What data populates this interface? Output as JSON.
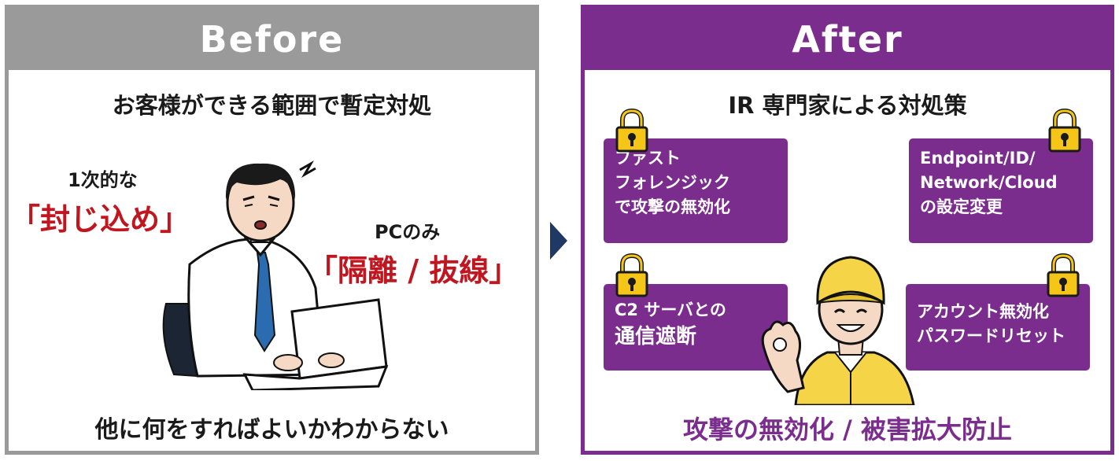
{
  "before": {
    "header": "Before",
    "title": "お客様ができる範囲で暫定対処",
    "containment_small": "1次的な",
    "containment_big": "「封じ込め」",
    "pc_small": "PCのみ",
    "pc_big": "「隔離 / 抜線」",
    "bottom": "他に何をすればよいかわからない"
  },
  "after": {
    "header": "After",
    "title": "IR 専門家による対処策",
    "measures": [
      {
        "lines": [
          "ファスト",
          "フォレンジック",
          "で攻撃の無効化"
        ]
      },
      {
        "lines": [
          "Endpoint/ID/",
          "Network/Cloud",
          "の設定変更"
        ]
      },
      {
        "lines": [
          "C2 サーバとの",
          "通信遮断"
        ]
      },
      {
        "lines": [
          "アカウント無効化",
          "パスワードリセット"
        ]
      }
    ],
    "bottom": "攻撃の無効化 / 被害拡大防止"
  },
  "colors": {
    "before_gray": "#9a9a9a",
    "after_purple": "#7b2d8e",
    "accent_red": "#c0161f",
    "arrow_navy": "#1f3864",
    "lock_yellow": "#f5c518"
  },
  "icons": {
    "lock": "padlock-icon",
    "arrow": "triangle-right-icon",
    "worker": "office-worker-illustration",
    "engineer": "ir-engineer-illustration"
  }
}
